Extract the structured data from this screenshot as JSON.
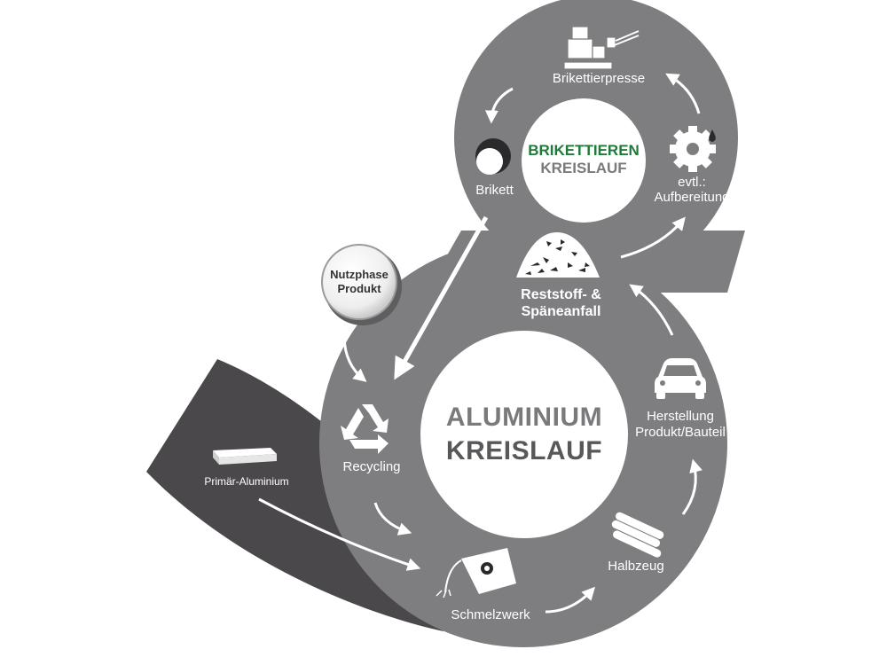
{
  "colors": {
    "ring_gray": "#7e7e80",
    "band_dark": "#4a484b",
    "accent_green": "#1f7a3a",
    "label_white": "#ffffff",
    "center_text_dark": "#58585a"
  },
  "small_cycle": {
    "title_line1": "BRIKETTIEREN",
    "title_line2": "KREISLAUF",
    "nodes": {
      "brikettierpresse": "Brikettierpresse",
      "brikett": "Brikett",
      "aufbereitung_line1": "evtl.:",
      "aufbereitung_line2": "Aufbereitung"
    },
    "icons": [
      "press-machine-icon",
      "briquette-icon",
      "gear-icon"
    ]
  },
  "large_cycle": {
    "title_line1": "ALUMINIUM",
    "title_line2": "KREISLAUF",
    "nodes": {
      "reststoff_line1": "Reststoff- &",
      "reststoff_line2": "Späneanfall",
      "herstellung_line1": "Herstellung",
      "herstellung_line2": "Produkt/Bauteil",
      "halbzeug": "Halbzeug",
      "schmelzwerk": "Schmelzwerk",
      "recycling": "Recycling"
    },
    "icons": [
      "chip-pile-icon",
      "car-icon",
      "rods-icon",
      "crucible-icon",
      "recycle-icon"
    ]
  },
  "nutzphase": {
    "line1": "Nutzphase",
    "line2": "Produkt"
  },
  "primaer": {
    "label": "Primär-Aluminium",
    "icon": "ingot-icon"
  }
}
